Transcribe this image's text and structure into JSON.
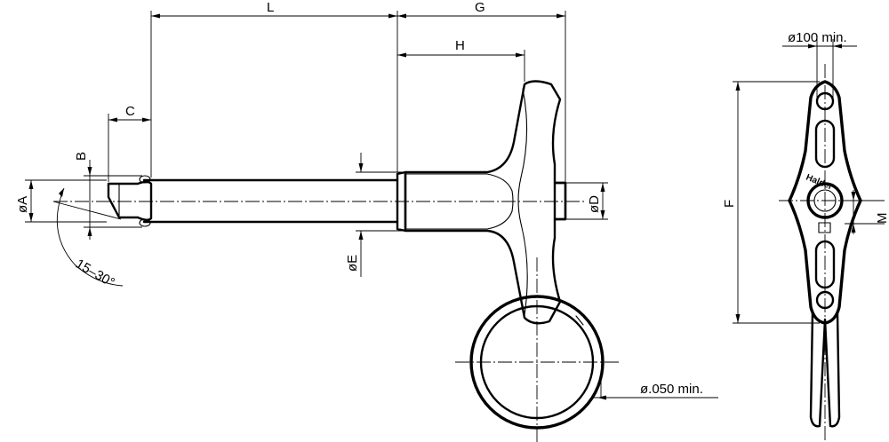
{
  "labels": {
    "L": "L",
    "G": "G",
    "H": "H",
    "C": "C",
    "B": "B",
    "A": "øA",
    "D": "øD",
    "E": "øE",
    "angle": "15–30°",
    "F": "F",
    "M": "M",
    "hole": "ø100  min.",
    "ring": "ø.050  min."
  },
  "brand": "Halder"
}
